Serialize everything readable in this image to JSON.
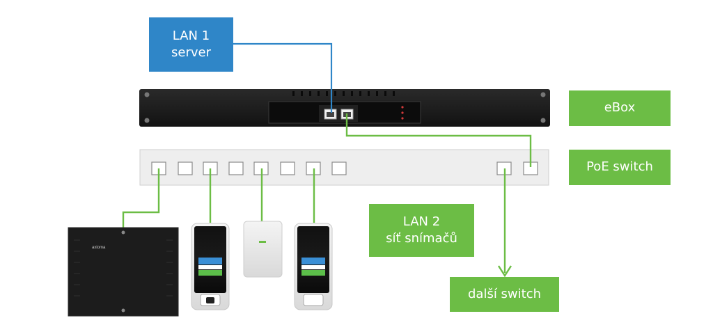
{
  "labels": {
    "lan1_line1": "LAN 1",
    "lan1_line2": "server",
    "ebox": "eBox",
    "poe_switch": "PoE switch",
    "lan2_line1": "LAN 2",
    "lan2_line2": "síť snímačů",
    "next_switch": "další switch"
  },
  "devices": {
    "controller_brand": "axioma"
  },
  "colors": {
    "lan1_blue": "#2f86c8",
    "label_green": "#6cbd45",
    "cable_blue": "#2f86c8",
    "cable_green": "#6cbd45",
    "rack_dark": "#1e1e1e",
    "switch_panel": "#eeeeee"
  }
}
